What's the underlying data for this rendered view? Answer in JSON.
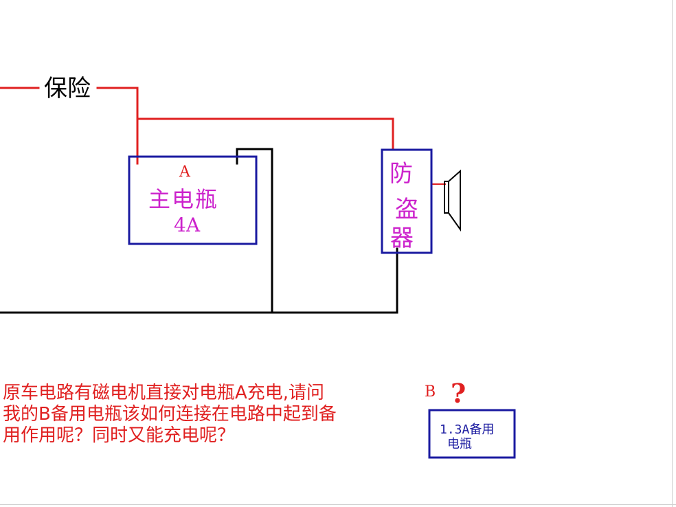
{
  "fuse": {
    "label": "保险"
  },
  "battery_a": {
    "letter": "A",
    "title": "主电瓶",
    "capacity": "4A"
  },
  "alarm": {
    "chars": [
      "防",
      "盗",
      "器"
    ]
  },
  "battery_b": {
    "letter": "B",
    "question_mark": "?",
    "capacity": "1.3A备用",
    "name": "电瓶"
  },
  "question": {
    "text": "原车电路有磁电机直接对电瓶A充电,请问我的B备用电瓶该如何连接在电路中起到备用作用呢？同时又能充电呢？"
  },
  "colors": {
    "positive_wire": "#e02020",
    "negative_wire": "#000000",
    "box_border": "#1a1aa0",
    "label_red": "#e02020",
    "label_magenta": "#cc22cc",
    "speaker": "#000000"
  },
  "icons": {
    "speaker": "speaker-icon"
  }
}
